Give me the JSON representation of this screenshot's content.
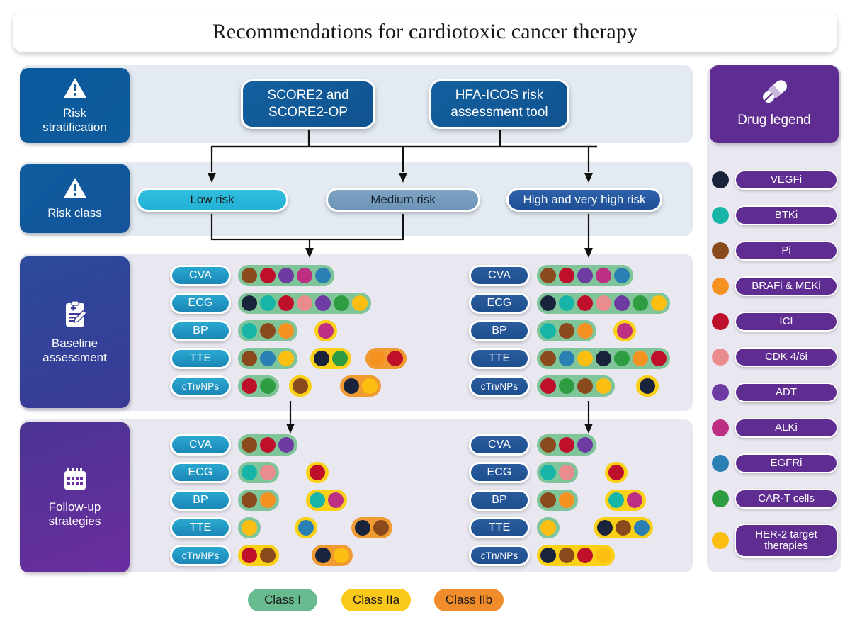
{
  "title": "Recommendations for cardiotoxic cancer therapy",
  "sections": [
    {
      "key": "risk_stratification",
      "label": "Risk\nstratification",
      "icon": "warning-triangle-icon"
    },
    {
      "key": "risk_class",
      "label": "Risk class",
      "icon": "warning-triangle-icon"
    },
    {
      "key": "baseline_assessment",
      "label": "Baseline\nassessment",
      "icon": "clipboard-icon"
    },
    {
      "key": "follow_up",
      "label": "Follow-up\nstrategies",
      "icon": "calendar-icon"
    }
  ],
  "tools": [
    {
      "label": "SCORE2 and\nSCORE2-OP"
    },
    {
      "label": "HFA-ICOS risk\nassessment tool"
    }
  ],
  "risk_classes": [
    {
      "label": "Low risk",
      "style": "risk-low"
    },
    {
      "label": "Medium risk",
      "style": "risk-med"
    },
    {
      "label": "High and very high risk",
      "style": "risk-high"
    }
  ],
  "test_labels": [
    "CVA",
    "ECG",
    "BP",
    "TTE",
    "cTn/NPs"
  ],
  "class_legend": [
    {
      "label": "Class I",
      "color": "#68bb8f"
    },
    {
      "label": "Class IIa",
      "color": "#fbc91a"
    },
    {
      "label": "Class IIb",
      "color": "#f08c2a"
    }
  ],
  "drug_legend": {
    "title": "Drug legend",
    "icon": "pill-capsule-icon",
    "items": [
      {
        "label": "VEGFi",
        "color": "#19243c"
      },
      {
        "label": "BTKi",
        "color": "#16b5a8"
      },
      {
        "label": "Pi",
        "color": "#8b4a1c"
      },
      {
        "label": "BRAFi & MEKi",
        "color": "#f59120"
      },
      {
        "label": "ICI",
        "color": "#be0f2b"
      },
      {
        "label": "CDK 4/6i",
        "color": "#ea8b8e"
      },
      {
        "label": "ADT",
        "color": "#6e3ba3"
      },
      {
        "label": "ALKi",
        "color": "#bd2f83"
      },
      {
        "label": "EGFRi",
        "color": "#2a7fb5"
      },
      {
        "label": "CAR-T cells",
        "color": "#2e9c41"
      },
      {
        "label": "HER-2 target\ntherapies",
        "color": "#fcbf11"
      }
    ]
  },
  "class_colors": {
    "I": "#80c49a",
    "IIa": "#fbd117",
    "IIb": "#f09a32"
  },
  "matrix": {
    "baseline_left": [
      {
        "test": "CVA",
        "groups": [
          {
            "class": "I",
            "drugs": [
              "Pi",
              "ICI",
              "ADT",
              "ALKi",
              "EGFRi"
            ]
          }
        ]
      },
      {
        "test": "ECG",
        "groups": [
          {
            "class": "I",
            "drugs": [
              "VEGFi",
              "BTKi",
              "ICI",
              "CDK 4/6i",
              "ADT",
              "CAR-T cells",
              "HER-2 target therapies"
            ]
          }
        ]
      },
      {
        "test": "BP",
        "groups": [
          {
            "class": "I",
            "drugs": [
              "BTKi",
              "Pi",
              "BRAFi & MEKi"
            ]
          },
          {
            "class": "IIa",
            "drugs": [
              "ALKi"
            ]
          }
        ]
      },
      {
        "test": "TTE",
        "groups": [
          {
            "class": "I",
            "drugs": [
              "Pi",
              "EGFRi",
              "HER-2 target therapies"
            ]
          },
          {
            "class": "IIa",
            "drugs": [
              "VEGFi",
              "CAR-T cells"
            ]
          },
          {
            "class": "IIb",
            "drugs": [
              "BRAFi & MEKi",
              "ICI"
            ]
          }
        ]
      },
      {
        "test": "cTn/NPs",
        "groups": [
          {
            "class": "I",
            "drugs": [
              "ICI",
              "CAR-T cells"
            ]
          },
          {
            "class": "IIa",
            "drugs": [
              "Pi"
            ]
          },
          {
            "class": "IIb",
            "drugs": [
              "VEGFi",
              "HER-2 target therapies"
            ]
          }
        ]
      }
    ],
    "baseline_right": [
      {
        "test": "CVA",
        "groups": [
          {
            "class": "I",
            "drugs": [
              "Pi",
              "ICI",
              "ADT",
              "ALKi",
              "EGFRi"
            ]
          }
        ]
      },
      {
        "test": "ECG",
        "groups": [
          {
            "class": "I",
            "drugs": [
              "VEGFi",
              "BTKi",
              "ICI",
              "CDK 4/6i",
              "ADT",
              "CAR-T cells",
              "HER-2 target therapies"
            ]
          }
        ]
      },
      {
        "test": "BP",
        "groups": [
          {
            "class": "I",
            "drugs": [
              "BTKi",
              "Pi",
              "BRAFi & MEKi"
            ]
          },
          {
            "class": "IIa",
            "drugs": [
              "ALKi"
            ]
          }
        ]
      },
      {
        "test": "TTE",
        "groups": [
          {
            "class": "I",
            "drugs": [
              "Pi",
              "EGFRi",
              "HER-2 target therapies",
              "VEGFi",
              "CAR-T cells",
              "BRAFi & MEKi",
              "ICI"
            ]
          }
        ]
      },
      {
        "test": "cTn/NPs",
        "groups": [
          {
            "class": "I",
            "drugs": [
              "ICI",
              "CAR-T cells",
              "Pi",
              "HER-2 target therapies"
            ]
          },
          {
            "class": "IIa",
            "drugs": [
              "VEGFi"
            ]
          }
        ]
      }
    ],
    "followup_left": [
      {
        "test": "CVA",
        "groups": [
          {
            "class": "I",
            "drugs": [
              "Pi",
              "ICI",
              "ADT"
            ]
          }
        ]
      },
      {
        "test": "ECG",
        "groups": [
          {
            "class": "I",
            "drugs": [
              "BTKi",
              "CDK 4/6i"
            ]
          },
          {
            "class": "IIa",
            "drugs": [
              "ICI"
            ]
          }
        ]
      },
      {
        "test": "BP",
        "groups": [
          {
            "class": "I",
            "drugs": [
              "Pi",
              "BRAFi & MEKi"
            ]
          },
          {
            "class": "IIa",
            "drugs": [
              "BTKi",
              "ALKi"
            ]
          }
        ]
      },
      {
        "test": "TTE",
        "groups": [
          {
            "class": "I",
            "drugs": [
              "HER-2 target therapies"
            ]
          },
          {
            "class": "IIa",
            "drugs": [
              "EGFRi"
            ]
          },
          {
            "class": "IIb",
            "drugs": [
              "VEGFi",
              "Pi"
            ]
          }
        ]
      },
      {
        "test": "cTn/NPs",
        "groups": [
          {
            "class": "IIa",
            "drugs": [
              "ICI",
              "Pi"
            ]
          },
          {
            "class": "IIb",
            "drugs": [
              "VEGFi",
              "HER-2 target therapies"
            ]
          }
        ]
      }
    ],
    "followup_right": [
      {
        "test": "CVA",
        "groups": [
          {
            "class": "I",
            "drugs": [
              "Pi",
              "ICI",
              "ADT"
            ]
          }
        ]
      },
      {
        "test": "ECG",
        "groups": [
          {
            "class": "I",
            "drugs": [
              "BTKi",
              "CDK 4/6i"
            ]
          },
          {
            "class": "IIa",
            "drugs": [
              "ICI"
            ]
          }
        ]
      },
      {
        "test": "BP",
        "groups": [
          {
            "class": "I",
            "drugs": [
              "Pi",
              "BRAFi & MEKi"
            ]
          },
          {
            "class": "IIa",
            "drugs": [
              "BTKi",
              "ALKi"
            ]
          }
        ]
      },
      {
        "test": "TTE",
        "groups": [
          {
            "class": "I",
            "drugs": [
              "HER-2 target therapies"
            ]
          },
          {
            "class": "IIa",
            "drugs": [
              "VEGFi",
              "Pi",
              "EGFRi"
            ]
          }
        ]
      },
      {
        "test": "cTn/NPs",
        "groups": [
          {
            "class": "IIa",
            "drugs": [
              "VEGFi",
              "Pi",
              "ICI",
              "HER-2 target therapies"
            ]
          }
        ]
      }
    ]
  }
}
